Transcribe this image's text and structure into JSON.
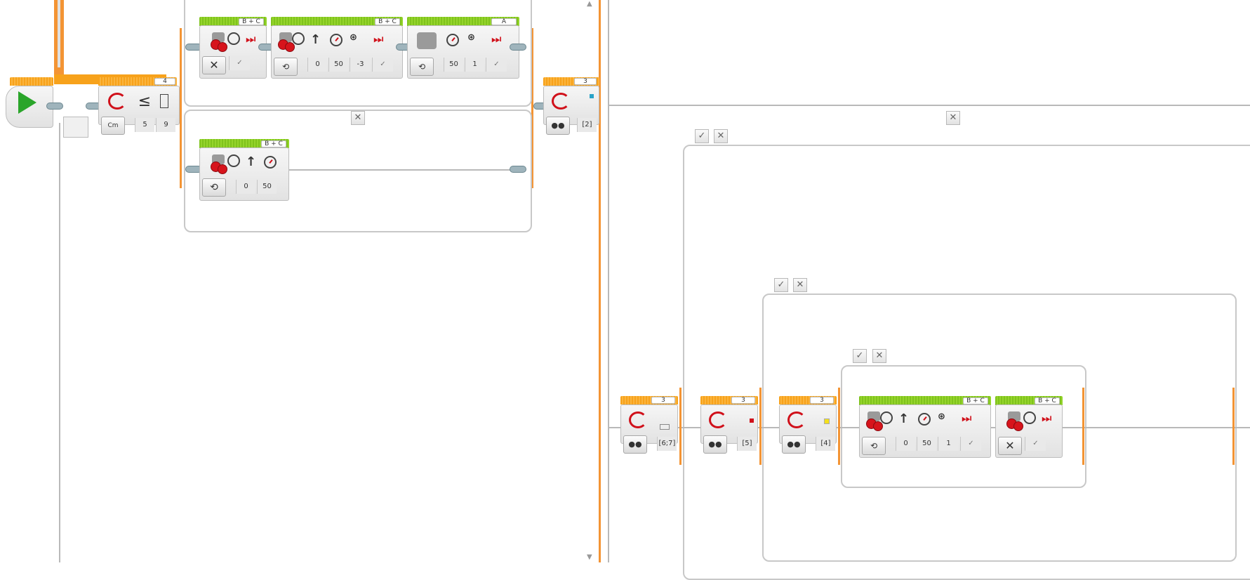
{
  "start": {
    "label": "start"
  },
  "switch_main": {
    "port": "4",
    "operator": "≤",
    "inputs": [
      "5",
      "9"
    ],
    "mode_label": "Cm"
  },
  "top_case": {
    "blocks": [
      {
        "port": "B + C",
        "mode_symbol": "✕",
        "check": "✓"
      },
      {
        "port": "B + C",
        "inputs": [
          "0",
          "50",
          "-3"
        ],
        "check": "✓"
      },
      {
        "port": "A",
        "inputs": [
          "50",
          "1"
        ],
        "check": "✓"
      }
    ]
  },
  "bottom_case": {
    "close_symbol": "✕",
    "block": {
      "port": "B + C",
      "inputs": [
        "0",
        "50"
      ]
    }
  },
  "switch_color_main": {
    "port": "3",
    "value": "[2]"
  },
  "right_case": {
    "close_symbol": "✕",
    "tab_check": "✓",
    "tab_close": "✕"
  },
  "inner_case": {
    "tab_check": "✓",
    "tab_close": "✕"
  },
  "innermost_case": {
    "tab_check": "✓",
    "tab_close": "✕"
  },
  "color_switches": [
    {
      "port": "3",
      "value": "[6;7]"
    },
    {
      "port": "3",
      "value": "[5]"
    },
    {
      "port": "3",
      "value": "[4]"
    }
  ],
  "inner_blocks": [
    {
      "port": "B + C",
      "inputs": [
        "0",
        "50",
        "1"
      ],
      "check": "✓"
    },
    {
      "port": "B + C",
      "mode_symbol": "✕",
      "check": "✓"
    }
  ],
  "colors": {
    "orange": "#f39434",
    "green": "#7fc31c",
    "red": "#d7141c"
  }
}
